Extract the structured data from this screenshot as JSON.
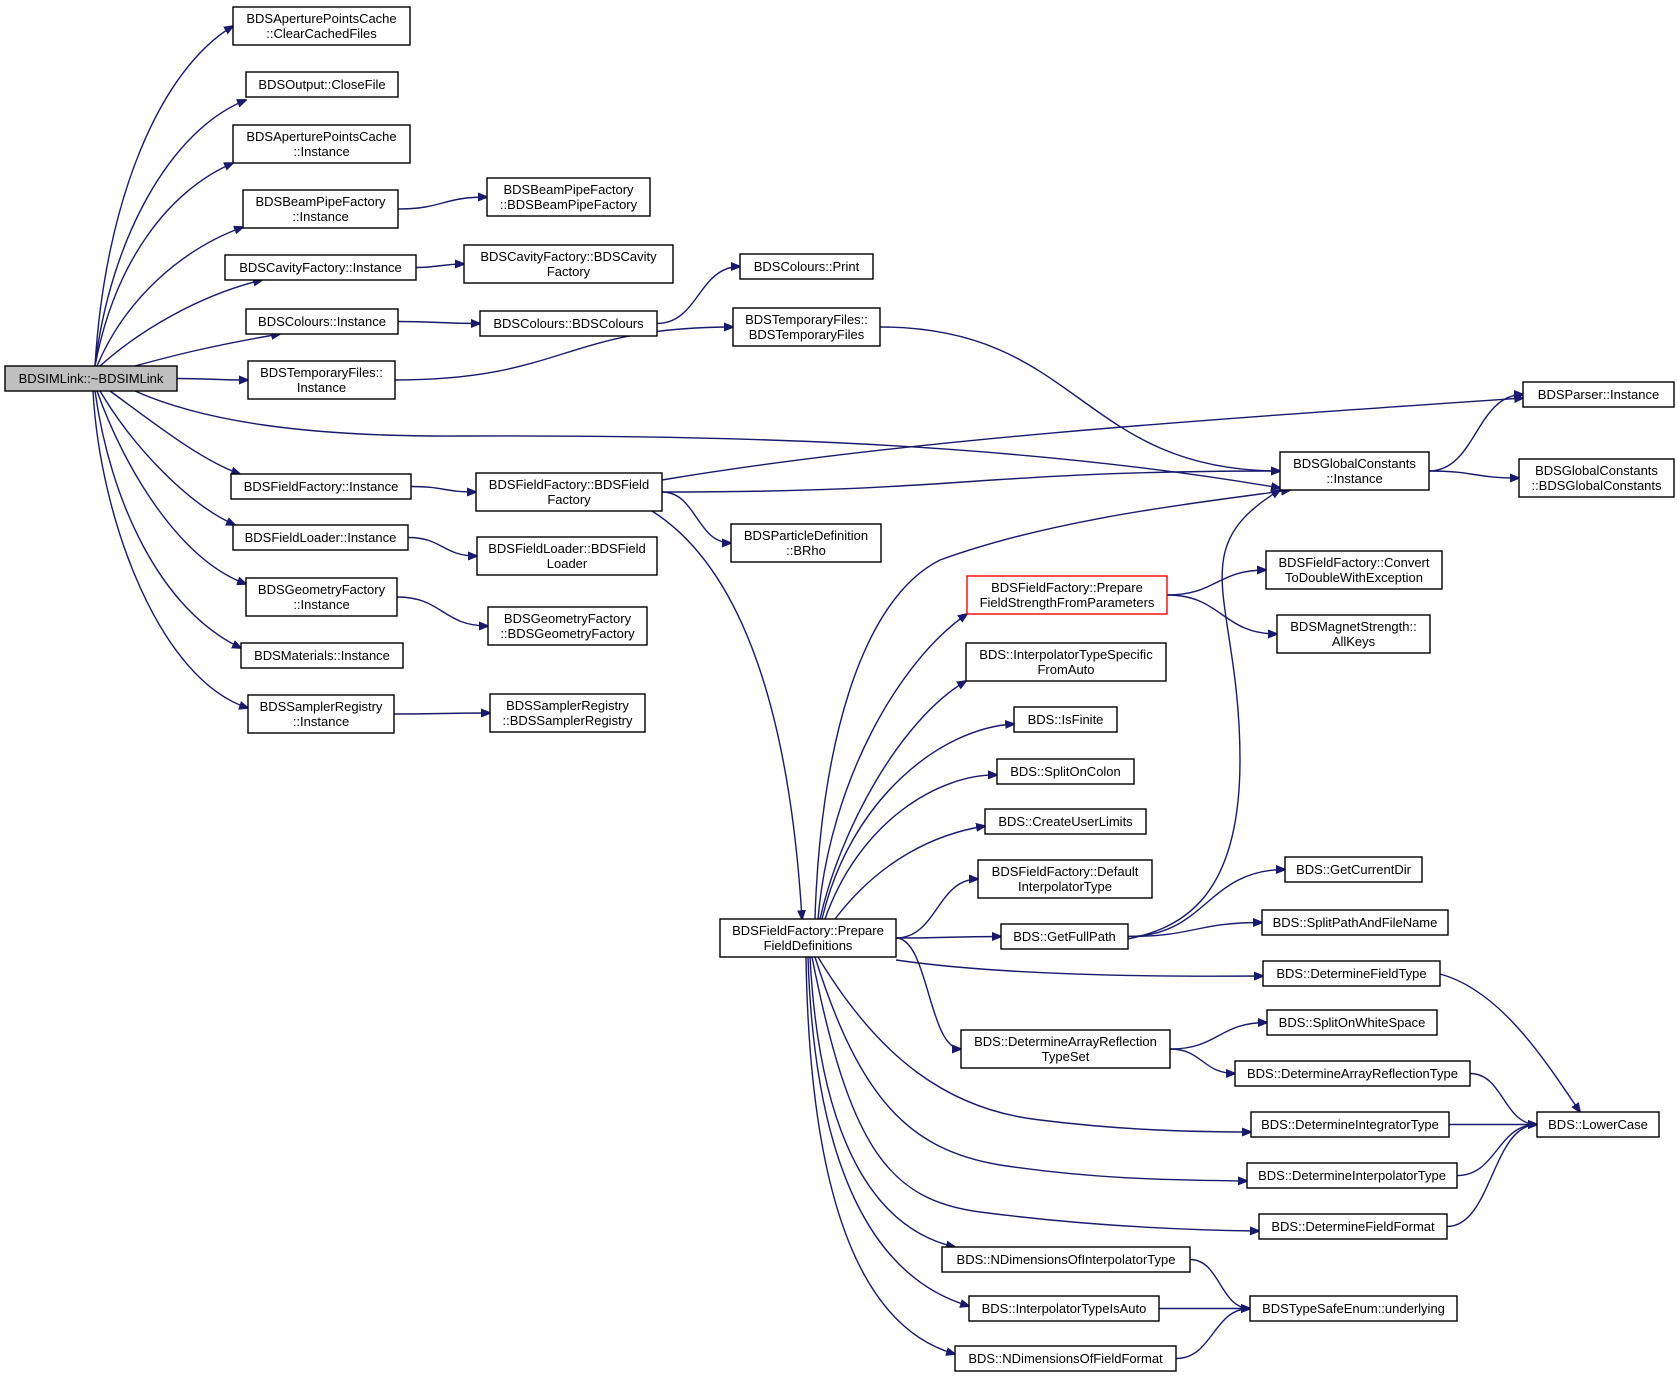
{
  "diagram": {
    "edge_color": "#191970",
    "highlight_color": "#ff0000",
    "root_fill": "#bfbfbf",
    "nodes": [
      {
        "id": "root",
        "lines": [
          "BDSIMLink::~BDSIMLink"
        ],
        "style": "root"
      },
      {
        "id": "apcClear",
        "lines": [
          "BDSAperturePointsCache",
          "::ClearCachedFiles"
        ]
      },
      {
        "id": "outClose",
        "lines": [
          "BDSOutput::CloseFile"
        ]
      },
      {
        "id": "apcInst",
        "lines": [
          "BDSAperturePointsCache",
          "::Instance"
        ]
      },
      {
        "id": "bpfInst",
        "lines": [
          "BDSBeamPipeFactory",
          "::Instance"
        ]
      },
      {
        "id": "cavInst",
        "lines": [
          "BDSCavityFactory::Instance"
        ]
      },
      {
        "id": "colInst",
        "lines": [
          "BDSColours::Instance"
        ]
      },
      {
        "id": "tmpInst",
        "lines": [
          "BDSTemporaryFiles::",
          "Instance"
        ]
      },
      {
        "id": "ffInst",
        "lines": [
          "BDSFieldFactory::Instance"
        ]
      },
      {
        "id": "flInst",
        "lines": [
          "BDSFieldLoader::Instance"
        ]
      },
      {
        "id": "geoInst",
        "lines": [
          "BDSGeometryFactory",
          "::Instance"
        ]
      },
      {
        "id": "matInst",
        "lines": [
          "BDSMaterials::Instance"
        ]
      },
      {
        "id": "srInst",
        "lines": [
          "BDSSamplerRegistry",
          "::Instance"
        ]
      },
      {
        "id": "bpfCtor",
        "lines": [
          "BDSBeamPipeFactory",
          "::BDSBeamPipeFactory"
        ]
      },
      {
        "id": "cavCtor",
        "lines": [
          "BDSCavityFactory::BDSCavity",
          "Factory"
        ]
      },
      {
        "id": "colCtor",
        "lines": [
          "BDSColours::BDSColours"
        ]
      },
      {
        "id": "colPrint",
        "lines": [
          "BDSColours::Print"
        ]
      },
      {
        "id": "tmpCtor",
        "lines": [
          "BDSTemporaryFiles::",
          "BDSTemporaryFiles"
        ]
      },
      {
        "id": "ffCtor",
        "lines": [
          "BDSFieldFactory::BDSField",
          "Factory"
        ]
      },
      {
        "id": "flCtor",
        "lines": [
          "BDSFieldLoader::BDSField",
          "Loader"
        ]
      },
      {
        "id": "geoCtor",
        "lines": [
          "BDSGeometryFactory",
          "::BDSGeometryFactory"
        ]
      },
      {
        "id": "srCtor",
        "lines": [
          "BDSSamplerRegistry",
          "::BDSSamplerRegistry"
        ]
      },
      {
        "id": "brho",
        "lines": [
          "BDSParticleDefinition",
          "::BRho"
        ]
      },
      {
        "id": "parser",
        "lines": [
          "BDSParser::Instance"
        ]
      },
      {
        "id": "gcInst",
        "lines": [
          "BDSGlobalConstants",
          "::Instance"
        ]
      },
      {
        "id": "gcCtor",
        "lines": [
          "BDSGlobalConstants",
          "::BDSGlobalConstants"
        ]
      },
      {
        "id": "prepFSP",
        "lines": [
          "BDSFieldFactory::Prepare",
          "FieldStrengthFromParameters"
        ],
        "style": "highlight"
      },
      {
        "id": "convert",
        "lines": [
          "BDSFieldFactory::Convert",
          "ToDoubleWithException"
        ]
      },
      {
        "id": "allKeys",
        "lines": [
          "BDSMagnetStrength::",
          "AllKeys"
        ]
      },
      {
        "id": "itsfa",
        "lines": [
          "BDS::InterpolatorTypeSpecific",
          "FromAuto"
        ]
      },
      {
        "id": "isFinite",
        "lines": [
          "BDS::IsFinite"
        ]
      },
      {
        "id": "splitColon",
        "lines": [
          "BDS::SplitOnColon"
        ]
      },
      {
        "id": "cul",
        "lines": [
          "BDS::CreateUserLimits"
        ]
      },
      {
        "id": "defInterp",
        "lines": [
          "BDSFieldFactory::Default",
          "InterpolatorType"
        ]
      },
      {
        "id": "prepFD",
        "lines": [
          "BDSFieldFactory::Prepare",
          "FieldDefinitions"
        ]
      },
      {
        "id": "fullPath",
        "lines": [
          "BDS::GetFullPath"
        ]
      },
      {
        "id": "curDir",
        "lines": [
          "BDS::GetCurrentDir"
        ]
      },
      {
        "id": "splitPath",
        "lines": [
          "BDS::SplitPathAndFileName"
        ]
      },
      {
        "id": "dft",
        "lines": [
          "BDS::DetermineFieldType"
        ]
      },
      {
        "id": "darts",
        "lines": [
          "BDS::DetermineArrayReflection",
          "TypeSet"
        ]
      },
      {
        "id": "splitWS",
        "lines": [
          "BDS::SplitOnWhiteSpace"
        ]
      },
      {
        "id": "dart",
        "lines": [
          "BDS::DetermineArrayReflectionType"
        ]
      },
      {
        "id": "dit",
        "lines": [
          "BDS::DetermineIntegratorType"
        ]
      },
      {
        "id": "lower",
        "lines": [
          "BDS::LowerCase"
        ]
      },
      {
        "id": "dinterp",
        "lines": [
          "BDS::DetermineInterpolatorType"
        ]
      },
      {
        "id": "dff",
        "lines": [
          "BDS::DetermineFieldFormat"
        ]
      },
      {
        "id": "ndit",
        "lines": [
          "BDS::NDimensionsOfInterpolatorType"
        ]
      },
      {
        "id": "itia",
        "lines": [
          "BDS::InterpolatorTypeIsAuto"
        ]
      },
      {
        "id": "underlying",
        "lines": [
          "BDSTypeSafeEnum::underlying"
        ]
      },
      {
        "id": "ndff",
        "lines": [
          "BDS::NDimensionsOfFieldFormat"
        ]
      }
    ],
    "edges": [
      [
        "root",
        "apcClear"
      ],
      [
        "root",
        "outClose"
      ],
      [
        "root",
        "apcInst"
      ],
      [
        "root",
        "bpfInst"
      ],
      [
        "root",
        "cavInst"
      ],
      [
        "root",
        "colInst"
      ],
      [
        "root",
        "tmpInst"
      ],
      [
        "root",
        "gcInst"
      ],
      [
        "root",
        "ffInst"
      ],
      [
        "root",
        "flInst"
      ],
      [
        "root",
        "geoInst"
      ],
      [
        "root",
        "matInst"
      ],
      [
        "root",
        "srInst"
      ],
      [
        "bpfInst",
        "bpfCtor"
      ],
      [
        "cavInst",
        "cavCtor"
      ],
      [
        "colInst",
        "colCtor"
      ],
      [
        "colCtor",
        "colPrint"
      ],
      [
        "tmpInst",
        "tmpCtor"
      ],
      [
        "tmpCtor",
        "gcInst"
      ],
      [
        "ffInst",
        "ffCtor"
      ],
      [
        "ffCtor",
        "parser"
      ],
      [
        "ffCtor",
        "gcInst"
      ],
      [
        "ffCtor",
        "brho"
      ],
      [
        "ffCtor",
        "prepFD"
      ],
      [
        "flInst",
        "flCtor"
      ],
      [
        "geoInst",
        "geoCtor"
      ],
      [
        "srInst",
        "srCtor"
      ],
      [
        "gcInst",
        "parser"
      ],
      [
        "gcInst",
        "gcCtor"
      ],
      [
        "prepFD",
        "gcInst"
      ],
      [
        "prepFD",
        "prepFSP"
      ],
      [
        "prepFD",
        "itsfa"
      ],
      [
        "prepFD",
        "isFinite"
      ],
      [
        "prepFD",
        "splitColon"
      ],
      [
        "prepFD",
        "cul"
      ],
      [
        "prepFD",
        "defInterp"
      ],
      [
        "prepFD",
        "fullPath"
      ],
      [
        "prepFD",
        "dft"
      ],
      [
        "prepFD",
        "darts"
      ],
      [
        "prepFD",
        "dit"
      ],
      [
        "prepFD",
        "dinterp"
      ],
      [
        "prepFD",
        "dff"
      ],
      [
        "prepFD",
        "ndit"
      ],
      [
        "prepFD",
        "itia"
      ],
      [
        "prepFD",
        "ndff"
      ],
      [
        "prepFSP",
        "convert"
      ],
      [
        "prepFSP",
        "allKeys"
      ],
      [
        "fullPath",
        "gcInst"
      ],
      [
        "fullPath",
        "curDir"
      ],
      [
        "fullPath",
        "splitPath"
      ],
      [
        "dft",
        "lower"
      ],
      [
        "darts",
        "splitWS"
      ],
      [
        "darts",
        "dart"
      ],
      [
        "dart",
        "lower"
      ],
      [
        "dit",
        "lower"
      ],
      [
        "dinterp",
        "lower"
      ],
      [
        "dff",
        "lower"
      ],
      [
        "ndit",
        "underlying"
      ],
      [
        "itia",
        "underlying"
      ],
      [
        "ndff",
        "underlying"
      ]
    ]
  }
}
